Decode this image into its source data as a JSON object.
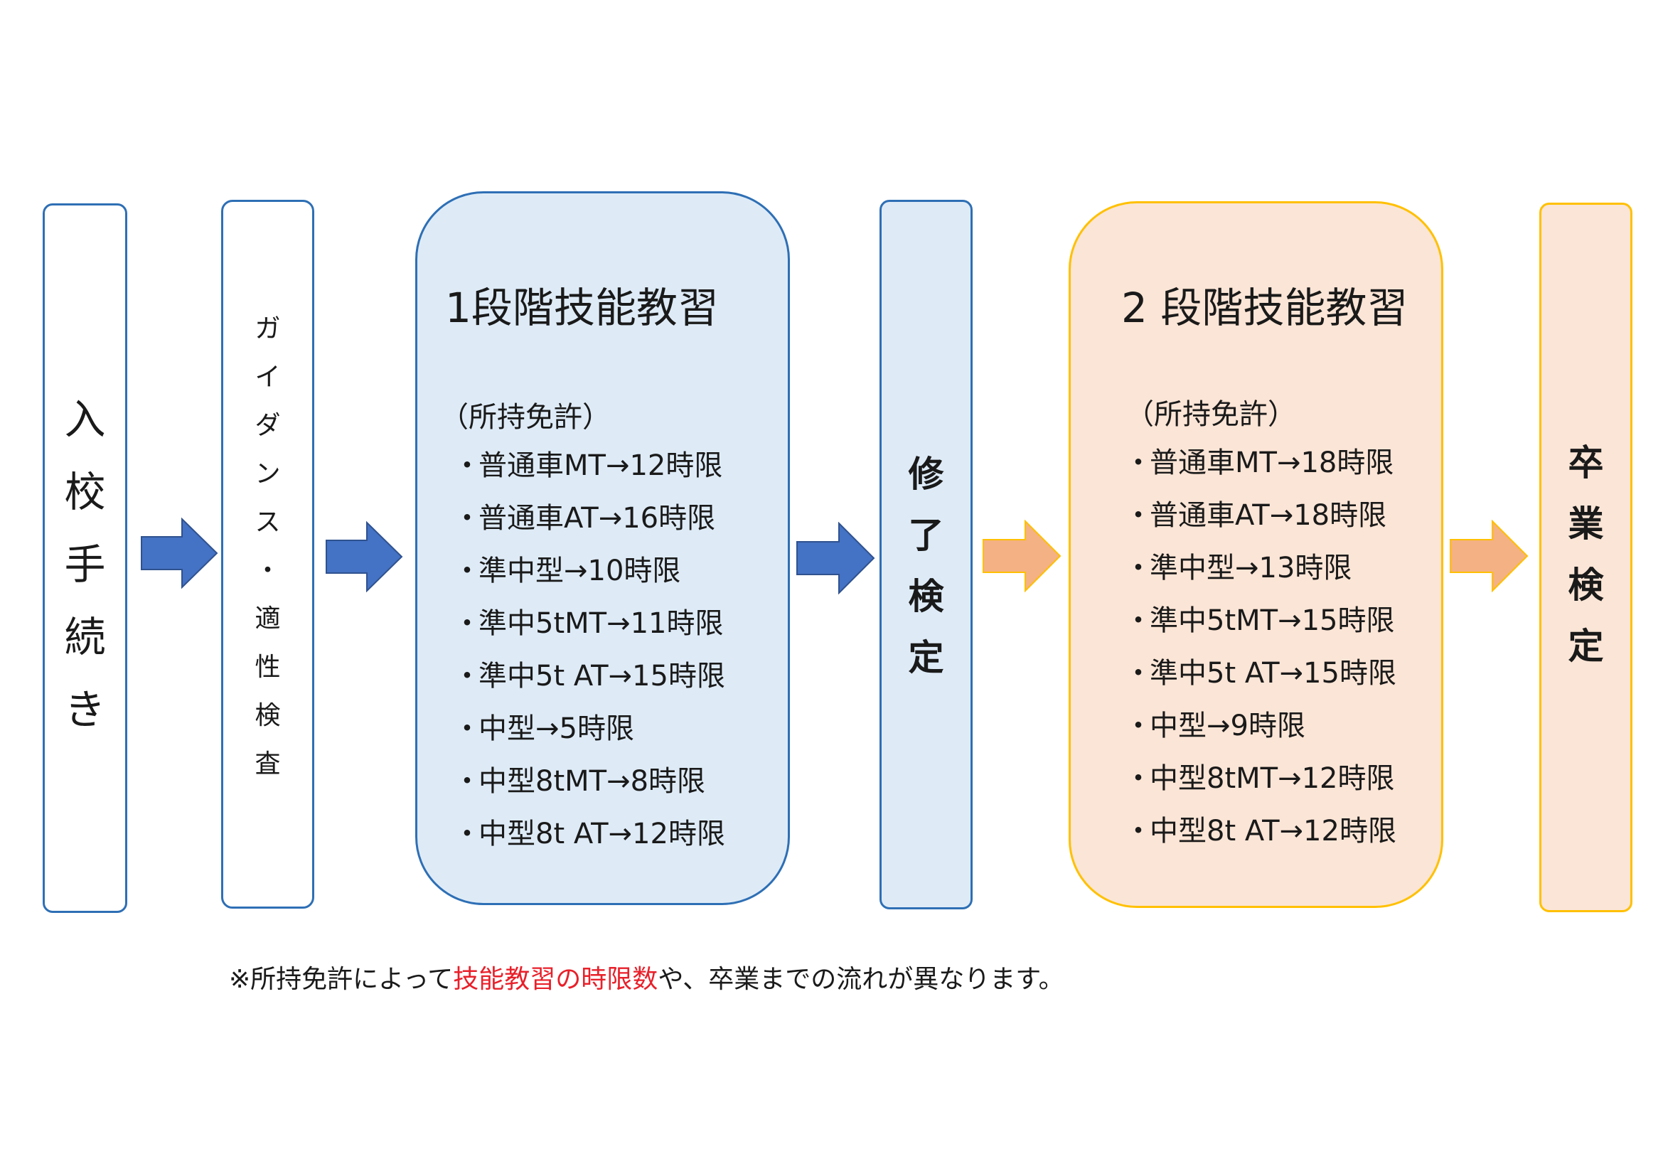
{
  "steps": {
    "admission": "入校手続き",
    "guidance": [
      "ガ",
      "イ",
      "ダ",
      "ン",
      "ス",
      "・",
      "適",
      "性",
      "検",
      "査"
    ],
    "completion_exam": "修了検定",
    "graduation_exam": "卒業検定"
  },
  "stage1": {
    "title": "1段階技能教習",
    "license_header": "（所持免許）",
    "items": [
      "普通車MT→12時限",
      "普通車AT→16時限",
      "準中型→10時限",
      "準中5tMT→11時限",
      "準中5t AT→15時限",
      "中型→5時限",
      "中型8tMT→8時限",
      "中型8t AT→12時限"
    ]
  },
  "stage2": {
    "title": "2 段階技能教習",
    "license_header": "（所持免許）",
    "items": [
      "普通車MT→18時限",
      "普通車AT→18時限",
      "準中型→13時限",
      "準中5tMT→15時限",
      "準中5t AT→15時限",
      "中型→9時限",
      "中型8tMT→12時限",
      "中型8t AT→12時限"
    ]
  },
  "note": {
    "prefix": "※所持免許によって",
    "highlight": "技能教習の時限数",
    "suffix": "や、卒業までの流れが異なります。"
  },
  "colors": {
    "blue_border": "#2e6fb5",
    "blue_fill": "#deebf7",
    "blue_arrow": "#4472c4",
    "orange_border": "#ffc000",
    "orange_fill": "#fbe5d6",
    "orange_arrow": "#f4b183",
    "highlight_text": "#e8202a"
  }
}
